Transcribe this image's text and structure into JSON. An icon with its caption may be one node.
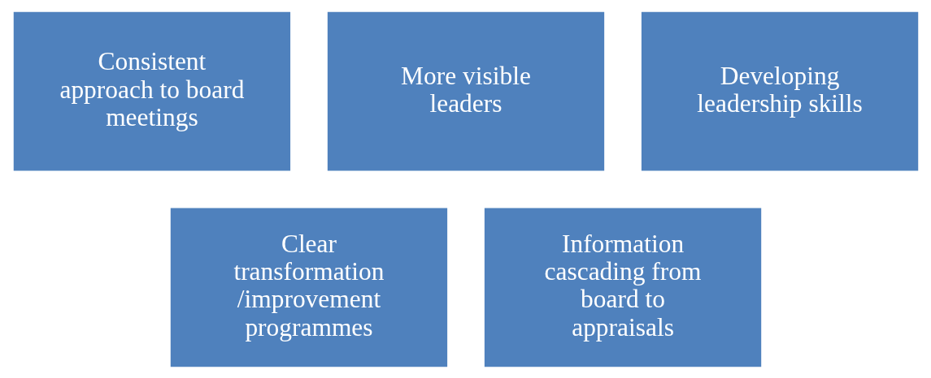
{
  "diagram": {
    "nodes": [
      {
        "text": [
          "Consistent approach to board meetings"
        ]
      },
      {
        "text": [
          "More visible leaders"
        ]
      },
      {
        "text": [
          "Developing leadership skills"
        ]
      },
      {
        "text": [
          "Clear transformation /improvement programmes"
        ]
      },
      {
        "text": [
          "Information cascading from board to appraisals"
        ]
      }
    ]
  }
}
